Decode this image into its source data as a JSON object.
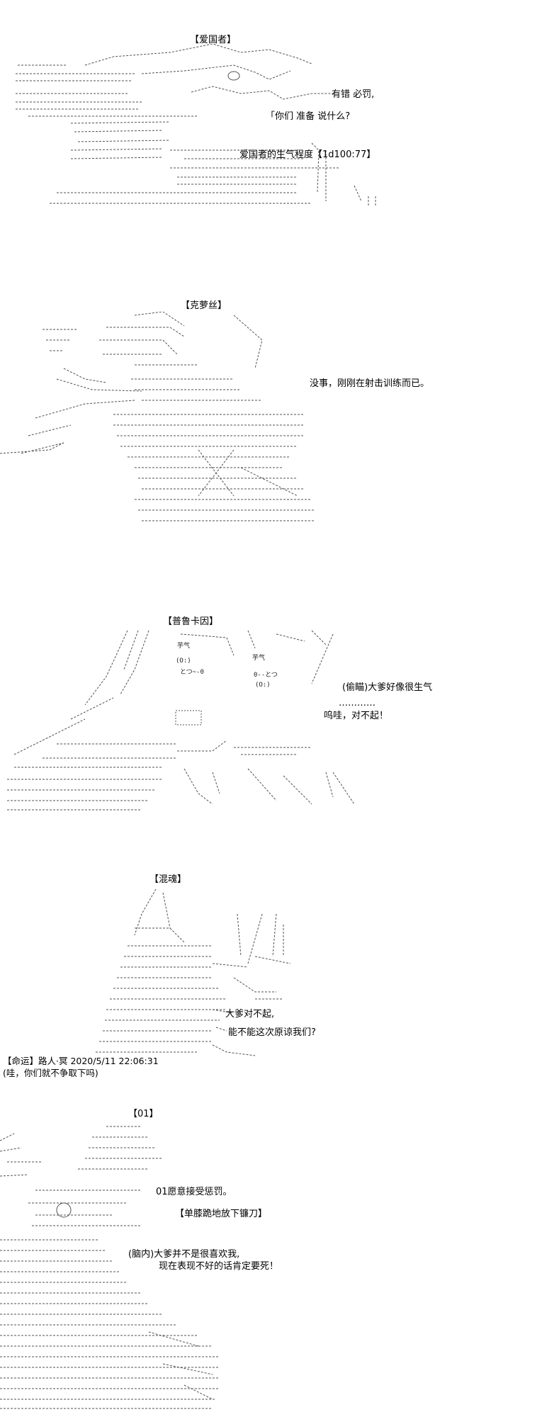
{
  "sections": [
    {
      "header": "【爱国者】",
      "lines": [
        "有错 必罚,",
        "「你们 准备 说什么?",
        "爱国者的生气程度【1d100:77】"
      ]
    },
    {
      "header": "【克萝丝】",
      "lines": [
        "没事，刚刚在射击训练而已。"
      ]
    },
    {
      "header": "【普鲁卡因】",
      "lines": [
        "(偷瞄)大爹好像很生气",
        "…………",
        "呜哇，对不起！"
      ],
      "art_text": [
        "芋气",
        "芋气",
        "とつ~-0",
        "0--とつ",
        "(O:)",
        "(O:)"
      ]
    },
    {
      "header": "【混魂】",
      "lines": [
        "大爹对不起,",
        "能不能这次原谅我们?"
      ]
    },
    {
      "meta": [
        "【命运】路人·冥 2020/5/11 22:06:31",
        "(哇，你们就不争取下吗)"
      ]
    },
    {
      "header": "【01】",
      "lines": [
        "01愿意接受惩罚。",
        "【单膝跪地放下镰刀】",
        "(脑内)大爹并不是很喜欢我,",
        "现在表现不好的话肯定要死！"
      ]
    }
  ],
  "icons": [
    "ascii-art-patriot",
    "ascii-art-blaze",
    "ascii-art-procaine",
    "ascii-art-hun",
    "ascii-art-01"
  ]
}
